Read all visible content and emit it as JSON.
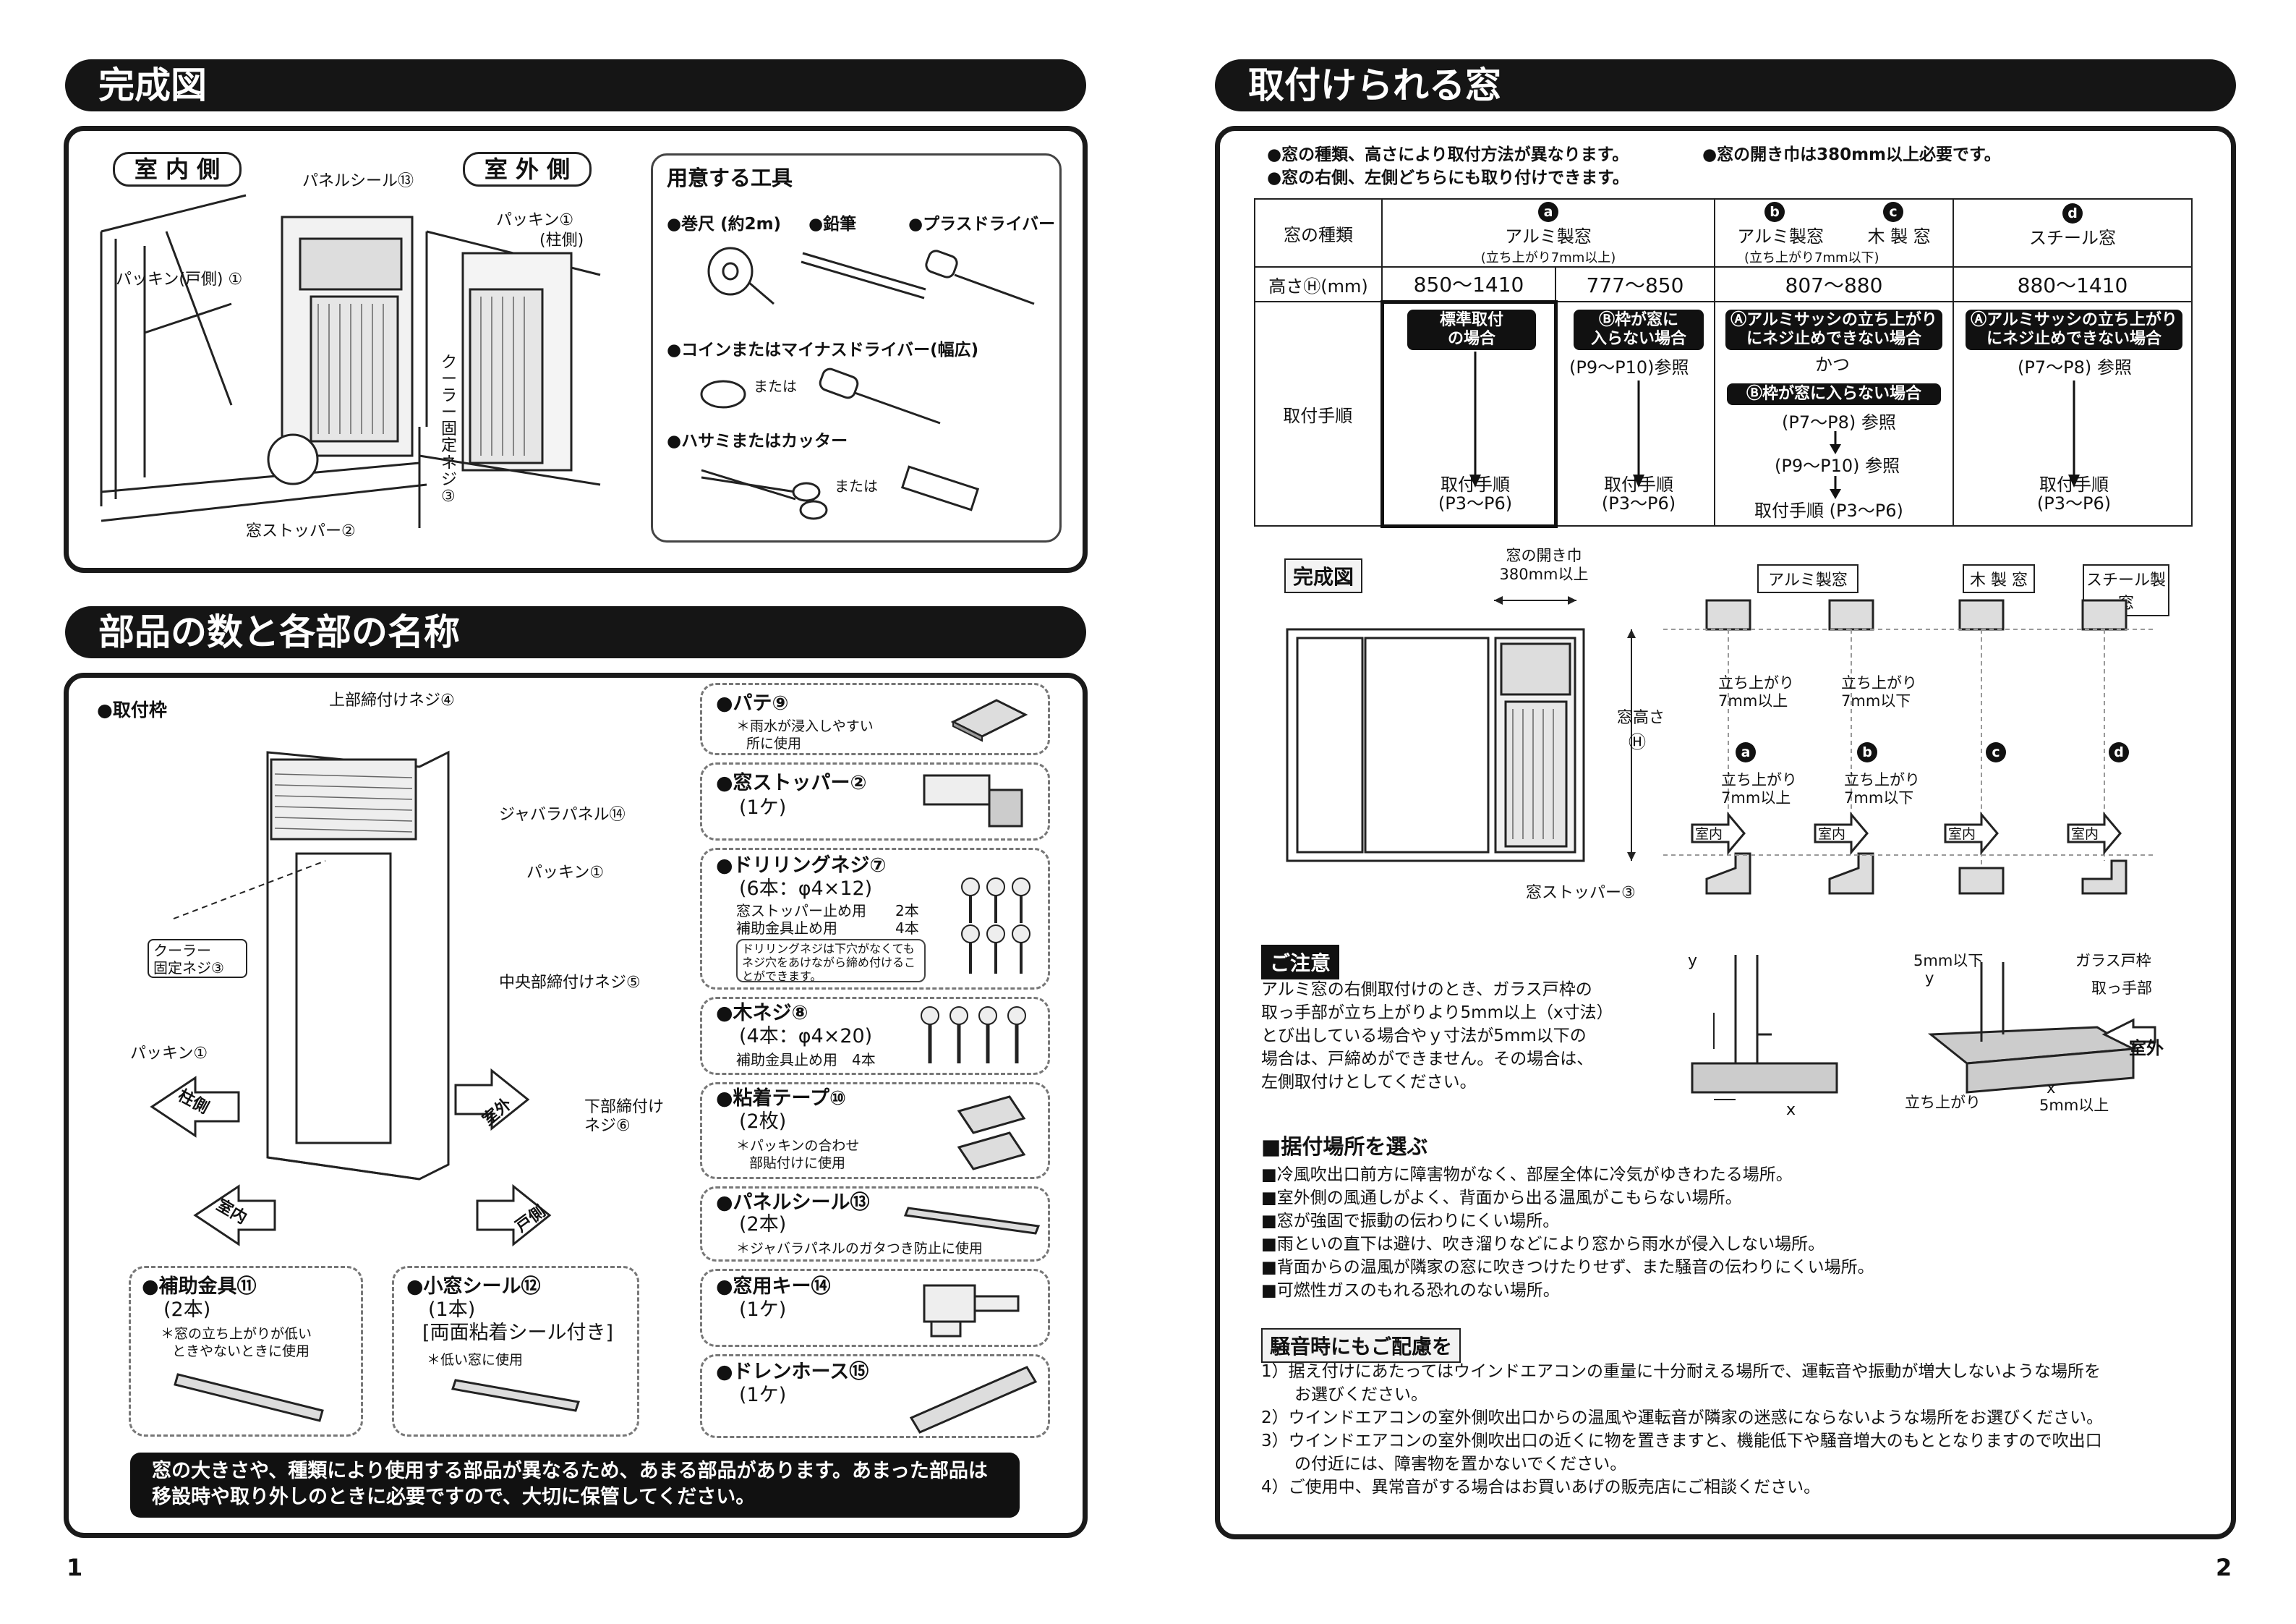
{
  "left": {
    "header1": "完成図",
    "header2": "部品の数と各部の名称",
    "overview": {
      "indoor_label": "室 内 側",
      "outdoor_label": "室 外 側",
      "callouts": {
        "panel_seal": "パネルシール⑬",
        "packing_door": "パッキン(戸側) ①",
        "packing_pillar": "パッキン①",
        "packing_pillar_sub": "(柱側)",
        "cooler_screw": "クーラー固定ネジ③",
        "window_stopper": "窓ストッパー②"
      },
      "tools": {
        "title": "用意する工具",
        "tape": "●巻尺 (約2m)",
        "pencil": "●鉛筆",
        "driver": "●プラスドライバー",
        "coin": "●コインまたはマイナスドライバー(幅広)",
        "or1": "または",
        "scissors": "●ハサミまたはカッター",
        "or2": "または"
      }
    },
    "parts": {
      "frame_title": "●取付枠",
      "frame_callouts": {
        "top_screw": "上部締付けネジ④",
        "bellows_panel": "ジャバラパネル⑭",
        "packing1": "パッキン①",
        "cooler_screw_line1": "クーラー",
        "cooler_screw_line2": "固定ネジ③",
        "center_screw": "中央部締付けネジ⑤",
        "packing2": "パッキン①",
        "bottom_screw_line1": "下部締付け",
        "bottom_screw_line2": "ネジ⑥",
        "arrow_pillar": "柱側",
        "arrow_outdoor": "室外",
        "arrow_indoor": "室内",
        "arrow_door": "戸側"
      },
      "items": [
        {
          "title": "●パテ⑨",
          "lines": [
            "＊雨水が浸入しやすい",
            "所に使用"
          ]
        },
        {
          "title": "●窓ストッパー②",
          "lines": [
            "(1ケ)"
          ]
        },
        {
          "title": "●ドリリングネジ⑦",
          "lines": [
            "(6本：φ4×12)"
          ],
          "rows": [
            "窓ストッパー止め用　　2本",
            "補助金具止め用　　　　4本"
          ],
          "note": [
            "ドリリングネジは下穴がなくても",
            "ネジ穴をあけながら締め付けるこ",
            "とができます。"
          ]
        },
        {
          "title": "●木ネジ⑧",
          "lines": [
            "(4本：φ4×20)"
          ],
          "rows": [
            "補助金具止め用　4本"
          ]
        },
        {
          "title": "●粘着テープ⑩",
          "lines": [
            "(2枚)"
          ],
          "notes": [
            "＊パッキンの合わせ",
            "部貼付けに使用"
          ]
        },
        {
          "title": "●パネルシール⑬",
          "lines": [
            "(2本)"
          ],
          "notes": [
            "＊ジャバラパネルのガタつき防止に使用"
          ]
        },
        {
          "title": "●窓用キー⑭",
          "lines": [
            "(1ケ)"
          ]
        },
        {
          "title": "●ドレンホース⑮",
          "lines": [
            "(1ケ)"
          ]
        }
      ],
      "hojo": {
        "title": "●補助金具⑪",
        "count": "(2本)",
        "note1": "＊窓の立ち上がりが低い",
        "note2": "ときやないときに使用"
      },
      "komado": {
        "title": "●小窓シール⑫",
        "count": "(1本)",
        "sub": "[両面粘着シール付き]",
        "note": "＊低い窓に使用"
      },
      "notice_line1": "窓の大きさや、種類により使用する部品が異なるため、あまる部品があります。あまった部品は",
      "notice_line2": "移設時や取り外しのときに必要ですので、大切に保管してください。"
    },
    "page_number": "1"
  },
  "right": {
    "header": "取付けられる窓",
    "intro": {
      "b1": "●窓の種類、高さにより取付方法が異なります。",
      "b2": "●窓の右側、左側どちらにも取り付けできます。",
      "b3": "●窓の開き巾は380mm以上必要です。"
    },
    "table": {
      "row_type": "窓の種類",
      "row_height": "高さⒽ(mm)",
      "row_proc": "取付手順",
      "col_a_mark": "a",
      "col_a_name": "アルミ製窓",
      "col_a_sub": "(立ち上がり7mm以上)",
      "col_b_mark": "b",
      "col_b_name": "アルミ製窓",
      "col_b_sub": "(立ち上がり7mm以下)",
      "col_c_mark": "c",
      "col_c_name": "木 製 窓",
      "col_d_mark": "d",
      "col_d_name": "スチール窓",
      "h1": "850～1410",
      "h2": "777～850",
      "h3": "807～880",
      "h4": "880～1410",
      "p1_box": "標準取付\nの場合",
      "p1_res1": "取付手順",
      "p1_res2": "(P3～P6)",
      "p2_box": "Ⓑ枠が窓に\n入らない場合",
      "p2_ref": "(P9～P10)参照",
      "p2_res1": "取付手順",
      "p2_res2": "(P3～P6)",
      "p3_box1": "Ⓐアルミサッシの立ち上がり\nにネジ止めできない場合",
      "p3_and": "かつ",
      "p3_box2": "Ⓑ枠が窓に入らない場合",
      "p3_ref1": "(P7～P8) 参照",
      "p3_ref2": "(P9～P10) 参照",
      "p3_res": "取付手順 (P3～P6)",
      "p4_box": "Ⓐアルミサッシの立ち上がり\nにネジ止めできない場合",
      "p4_ref": "(P7～P8) 参照",
      "p4_res1": "取付手順",
      "p4_res2": "(P3～P6)"
    },
    "diagram": {
      "tag": "完成図",
      "open_width1": "窓の開き巾",
      "open_width2": "380mm以上",
      "height1": "窓高さ",
      "height2": "Ⓗ",
      "stopper": "窓ストッパー③",
      "aluminum": "アルミ製窓",
      "wood": "木 製 窓",
      "steel": "スチール製窓",
      "rise_over": "立ち上がり\n7mm以上",
      "rise_under": "立ち上がり\n7mm以下",
      "indoor": "室内",
      "mark_a": "a",
      "mark_b": "b",
      "mark_c": "c",
      "mark_d": "d"
    },
    "caution": {
      "tag": "ご注意",
      "lines": [
        "アルミ窓の右側取付けのとき、ガラス戸枠の",
        "取っ手部が立ち上がりより5mm以上（x寸法）",
        "とび出している場合やｙ寸法が5mm以下の",
        "場合は、戸締めができません。その場合は、",
        "左側取付けとしてください。"
      ],
      "y": "y",
      "x": "x",
      "five_under": "5mm以下",
      "five_over": "5mm以上",
      "glass_frame": "ガラス戸枠",
      "handle": "取っ手部",
      "rise": "立ち上がり",
      "outdoor": "室外"
    },
    "location": {
      "title": "■据付場所を選ぶ",
      "items": [
        "■冷風吹出口前方に障害物がなく、部屋全体に冷気がゆきわたる場所。",
        "■室外側の風通しがよく、背面から出る温風がこもらない場所。",
        "■窓が強固で振動の伝わりにくい場所。",
        "■雨といの直下は避け、吹き溜りなどにより窓から雨水が侵入しない場所。",
        "■背面からの温風が隣家の窓に吹きつけたりせず、また騒音の伝わりにくい場所。",
        "■可燃性ガスのもれる恐れのない場所。"
      ]
    },
    "noise": {
      "tag": "騒音時にもご配慮を",
      "lines": [
        "1）据え付けにあたってはウインドエアコンの重量に十分耐える場所で、運転音や振動が増大しないような場所を",
        "　　お選びください。",
        "2）ウインドエアコンの室外側吹出口からの温風や運転音が隣家の迷惑にならないような場所をお選びください。",
        "3）ウインドエアコンの室外側吹出口の近くに物を置きますと、機能低下や騒音増大のもととなりますので吹出口",
        "　　の付近には、障害物を置かないでください。",
        "4）ご使用中、異常音がする場合はお買いあげの販売店にご相談ください。"
      ]
    },
    "page_number": "2"
  }
}
